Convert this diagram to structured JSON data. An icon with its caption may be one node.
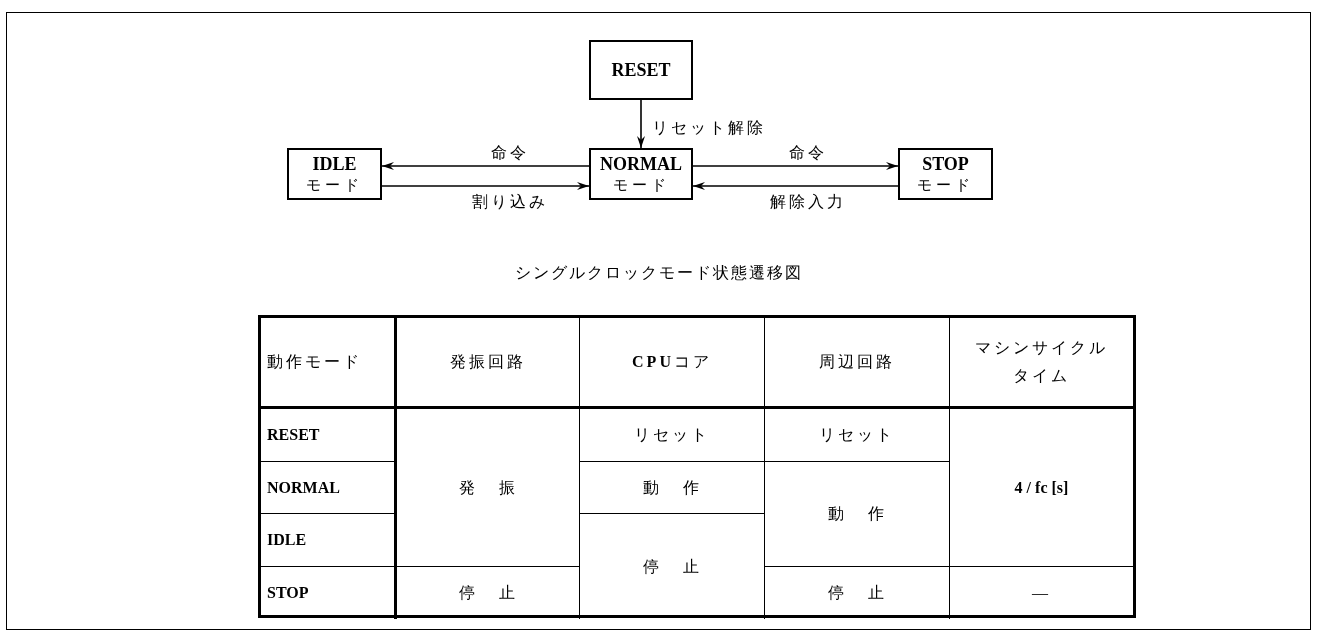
{
  "diagram": {
    "caption": "シングルクロックモード状態遷移図",
    "nodes": [
      {
        "text": [
          "RESET"
        ]
      },
      {
        "text": [
          "IDLE",
          "モード"
        ]
      },
      {
        "text": [
          "NORMAL",
          "モード"
        ]
      },
      {
        "text": [
          "STOP",
          "モード"
        ]
      }
    ],
    "edges": [
      {
        "from": 0,
        "to": 2,
        "arrow": "to",
        "label": "リセット解除"
      },
      {
        "from": 2,
        "to": 1,
        "arrow": "to",
        "label": "命令"
      },
      {
        "from": 1,
        "to": 2,
        "arrow": "to",
        "label": "割り込み"
      },
      {
        "from": 2,
        "to": 3,
        "arrow": "to",
        "label": "命令"
      },
      {
        "from": 3,
        "to": 2,
        "arrow": "to",
        "label": "解除入力"
      }
    ],
    "labels": [
      "動作モード",
      "発振回路",
      "**CPU**コア",
      "周辺回路",
      "マシンサイクルタイム",
      "RESET",
      "リセット",
      "リセット",
      "NORMAL",
      "発 振",
      "動 作",
      "4 / fc [s]",
      "動 作",
      "IDLE",
      "停 止",
      "STOP",
      "停 止",
      "停 止",
      "—"
    ]
  }
}
